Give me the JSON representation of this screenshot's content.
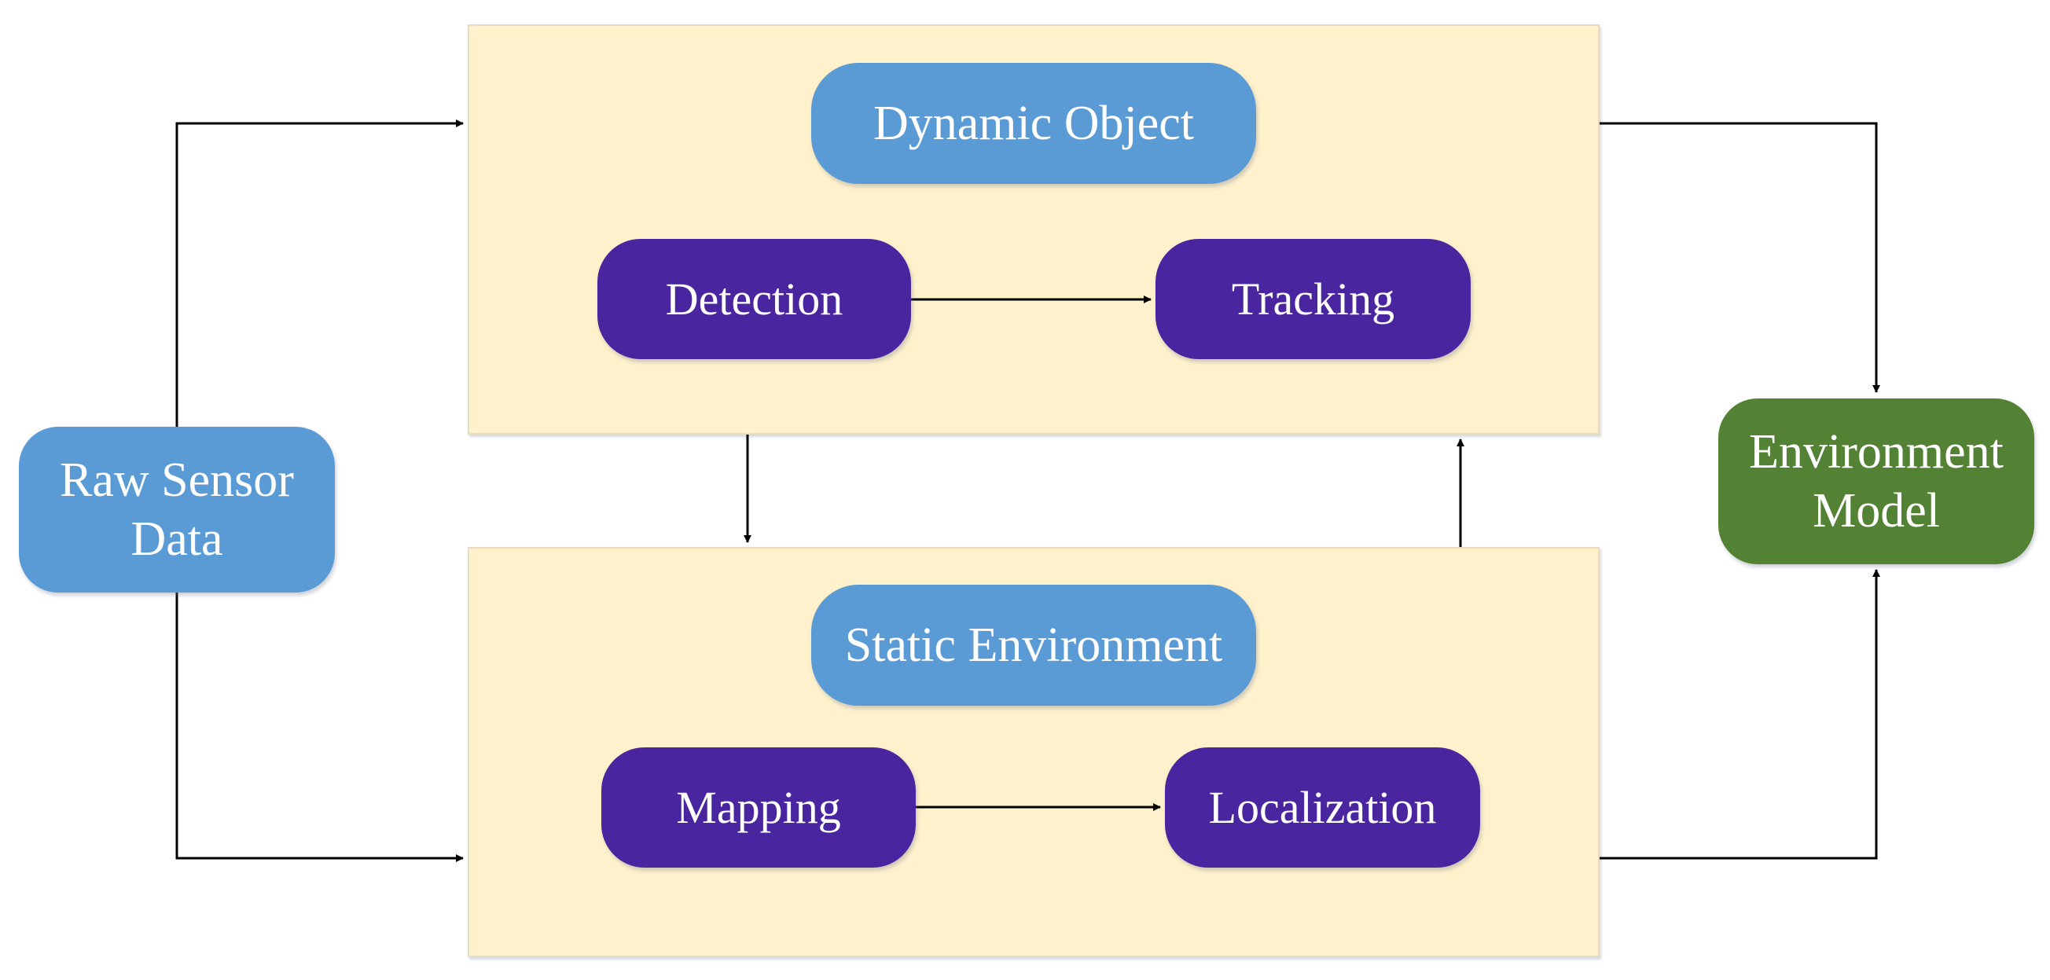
{
  "nodes": {
    "raw_sensor_data": {
      "line1": "Raw Sensor",
      "line2": "Data"
    },
    "dynamic_object": "Dynamic Object",
    "detection": "Detection",
    "tracking": "Tracking",
    "static_environment": "Static Environment",
    "mapping": "Mapping",
    "localization": "Localization",
    "environment_model": {
      "line1": "Environment",
      "line2": "Model"
    }
  },
  "colors": {
    "panel_fill": "#FEF1CB",
    "light_blue": "#5B9BD5",
    "purple": "#4A25A0",
    "green": "#548235",
    "arrow": "#000000"
  }
}
